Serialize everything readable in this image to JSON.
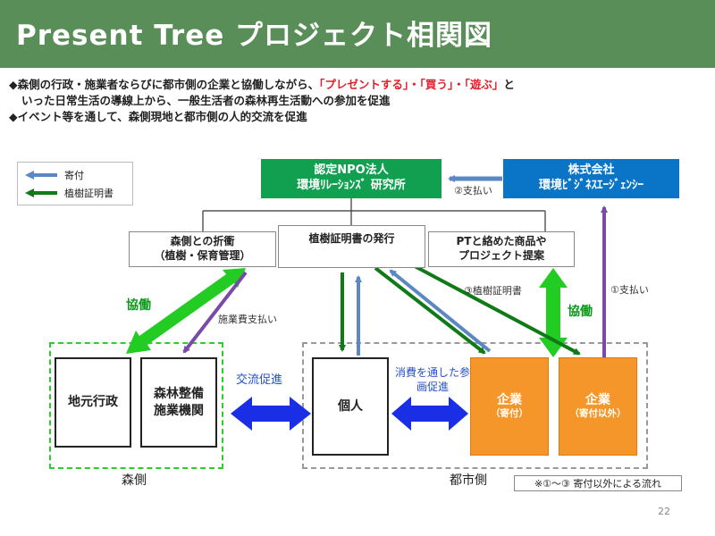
{
  "title": "Present Tree プロジェクト相関図",
  "bullets": {
    "line1_pre": "◆森側の行政・施業者ならびに都市側の企業と協働しながら、",
    "line1_highlight": "「プレゼントする」・「買う」・「遊ぶ」",
    "line1_post": "と",
    "line2": "いった日常生活の導線上から、一般生活者の森林再生活動への参加を促進",
    "line3": "◆イベント等を通して、森側現地と都市側の人的交流を促進"
  },
  "legend": {
    "donation": "寄付",
    "certificate": "植樹証明書"
  },
  "nodes": {
    "npo": {
      "line1": "認定NPO法人",
      "line2": "環境ﾘﾚｰｼｮﾝｽﾞ 研究所"
    },
    "corp": {
      "line1": "株式会社",
      "line2": "環境ﾋﾞｼﾞﾈｽｴｰｼﾞｪﾝｼｰ"
    },
    "task1": {
      "line1": "森側との折衝",
      "line2": "（植樹・保育管理）"
    },
    "task2": {
      "line1": "植樹証明書の発行"
    },
    "task3": {
      "line1": "PTと絡めた商品や",
      "line2": "プロジェクト提案"
    },
    "local_gov": "地元行政",
    "forest_org": {
      "line1": "森林整備",
      "line2": "施業機関"
    },
    "individual": "個人",
    "enterprise1": {
      "line1": "企業",
      "line2": "（寄付）"
    },
    "enterprise2": {
      "line1": "企業",
      "line2": "（寄付以外）"
    }
  },
  "groups": {
    "forest": "森側",
    "city": "都市側"
  },
  "edge_labels": {
    "payment2": "②支払い",
    "payment1": "①支払い",
    "certificate3": "③植樹証明書",
    "coop_left": "協働",
    "coop_right": "協働",
    "forest_fee": "施業費支払い",
    "exchange": "交流促進",
    "consumption": "消費を通した参画促進"
  },
  "note": "※①～③ 寄付以外による流れ",
  "page_number": "22",
  "colors": {
    "title_bar": "#5a8e58",
    "npo": "#10a050",
    "corp": "#0a74c6",
    "enterprise": "#f5962a",
    "donation_arrow": "#5b88c4",
    "certificate_arrow": "#0f7a16",
    "coop_arrow": "#22cc22",
    "exchange_arrow": "#1a2ee6",
    "payment_arrow": "#7a4aa8",
    "highlight": "#e0202a"
  }
}
